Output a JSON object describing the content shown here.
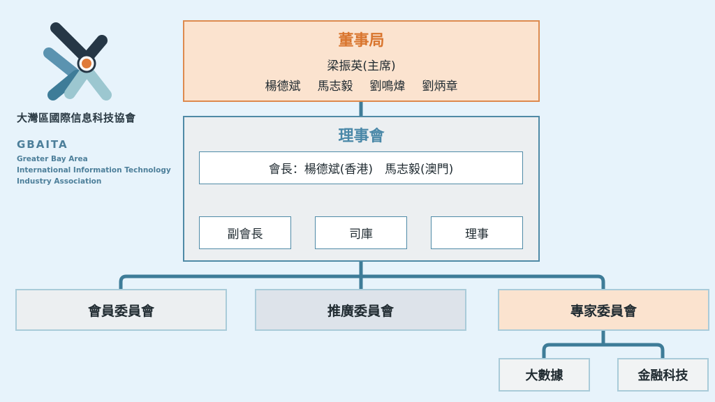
{
  "org": {
    "name_zh": "大灣區國際信息科技協會",
    "abbr": "GBAITA",
    "name_en_lines": [
      "Greater Bay Area",
      "International Information Technology",
      "Industry Association"
    ]
  },
  "board": {
    "title": "董事局",
    "chair": "梁振英(主席)",
    "members": [
      "楊德斌",
      "馬志毅",
      "劉鳴煒",
      "劉炳章"
    ]
  },
  "council": {
    "title": "理事會",
    "presidents": "會長：楊德斌(香港)　馬志毅(澳門)",
    "roles": [
      "副會長",
      "司庫",
      "理事"
    ]
  },
  "committees": [
    "會員委員會",
    "推廣委員會",
    "專家委員會"
  ],
  "expert_subgroups": [
    "大數據",
    "金融科技"
  ],
  "colors": {
    "background": "#e7f3fb",
    "board_fill": "#fbe3cf",
    "board_border": "#dd8a4e",
    "board_title": "#d9752e",
    "council_fill": "#eceff1",
    "council_border": "#4f8aa6",
    "council_title": "#4a88a8",
    "connector": "#3e7c98",
    "committee_member_fill": "#eceff1",
    "committee_promo_fill": "#dde3ea",
    "committee_expert_fill": "#fbe3cf"
  }
}
